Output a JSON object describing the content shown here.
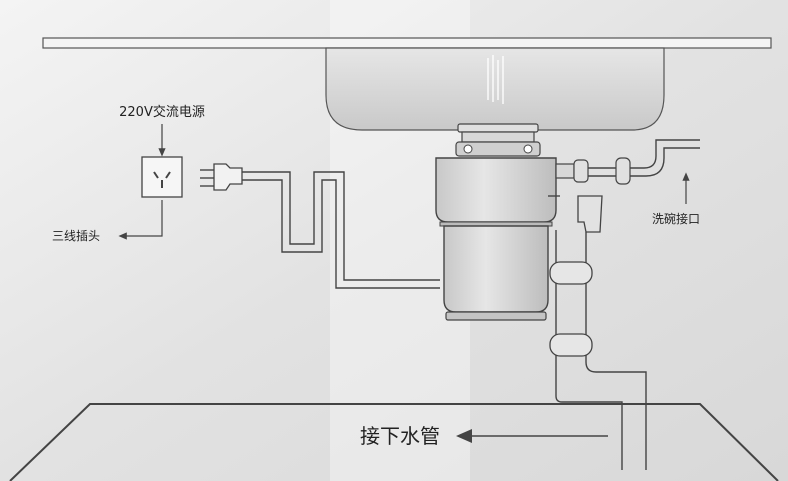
{
  "labels": {
    "power": "220V交流电源",
    "plug": "三线插头",
    "dishwasher": "洗碗接口",
    "drain": "接下水管"
  },
  "colors": {
    "line": "#444444",
    "background": "#e9e9e9",
    "counter": "#f3f3f3",
    "sink": "#dcdcdc",
    "disposer": "#d6d6d6"
  }
}
